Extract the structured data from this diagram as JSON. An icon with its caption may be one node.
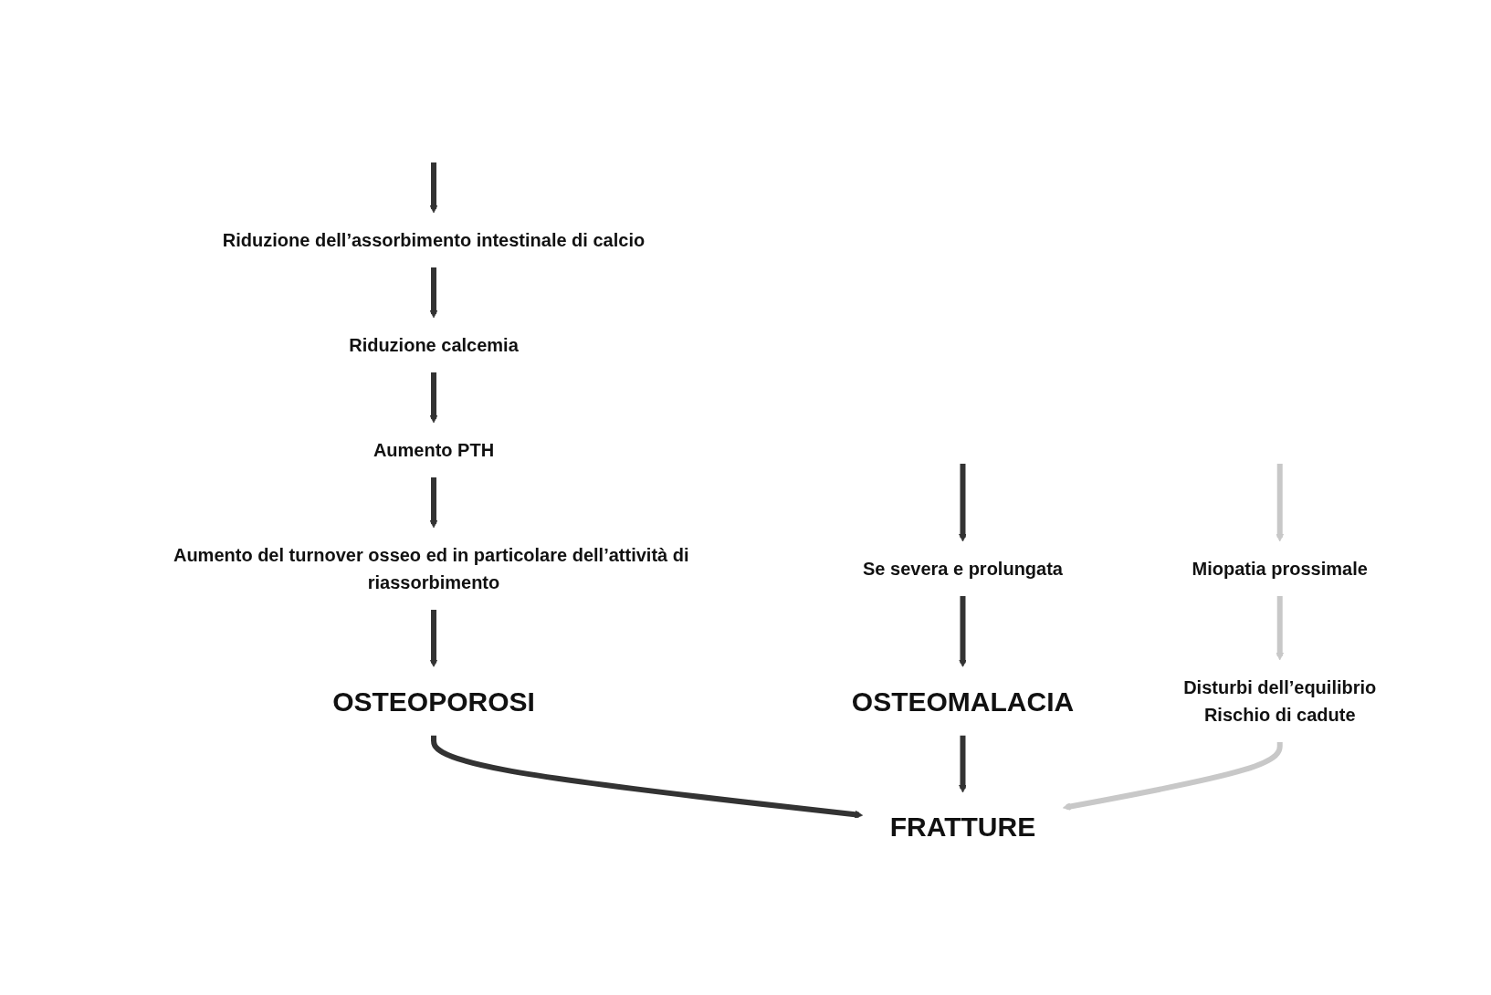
{
  "diagram": {
    "nodes": [
      {
        "text": [
          "Se severa e prolungata"
        ]
      },
      {
        "text": [
          "Riduzione dell’assorbimento intestinale di calcio"
        ]
      },
      {
        "text": [
          "Miopatia prossimale"
        ]
      },
      {
        "text": [
          "Riduzione calcemia"
        ]
      },
      {
        "text": [
          "Aumento PTH"
        ]
      },
      {
        "text": [
          "Aumento del turnover osseo ed in particolare dell’attività di riassorbimento"
        ]
      },
      {
        "text": [
          "OSTEOMALACIA"
        ]
      },
      {
        "text": [
          "OSTEOPOROSI"
        ]
      },
      {
        "text": [
          "Disturbi dell’equilibrio",
          "Rischio di cadute"
        ]
      },
      {
        "text": [
          "FRATTURE"
        ]
      }
    ],
    "edges": [
      {
        "from": null,
        "to": 0,
        "arrow": "to"
      },
      {
        "from": null,
        "to": 1,
        "arrow": "to"
      },
      {
        "from": null,
        "to": 2,
        "arrow": "to",
        "color": "#c8c8c8"
      },
      {
        "from": 1,
        "to": 3,
        "arrow": "to"
      },
      {
        "from": 3,
        "to": 4,
        "arrow": "to"
      },
      {
        "from": 4,
        "to": 5,
        "arrow": "to"
      },
      {
        "from": 5,
        "to": 7,
        "arrow": "to"
      },
      {
        "from": 0,
        "to": 6,
        "arrow": "to"
      },
      {
        "from": 2,
        "to": 8,
        "arrow": "to",
        "color": "#c8c8c8"
      },
      {
        "from": 7,
        "to": 9,
        "arrow": "to"
      },
      {
        "from": 6,
        "to": 9,
        "arrow": "to"
      },
      {
        "from": 8,
        "to": 9,
        "arrow": "to",
        "color": "#c8c8c8"
      }
    ]
  }
}
